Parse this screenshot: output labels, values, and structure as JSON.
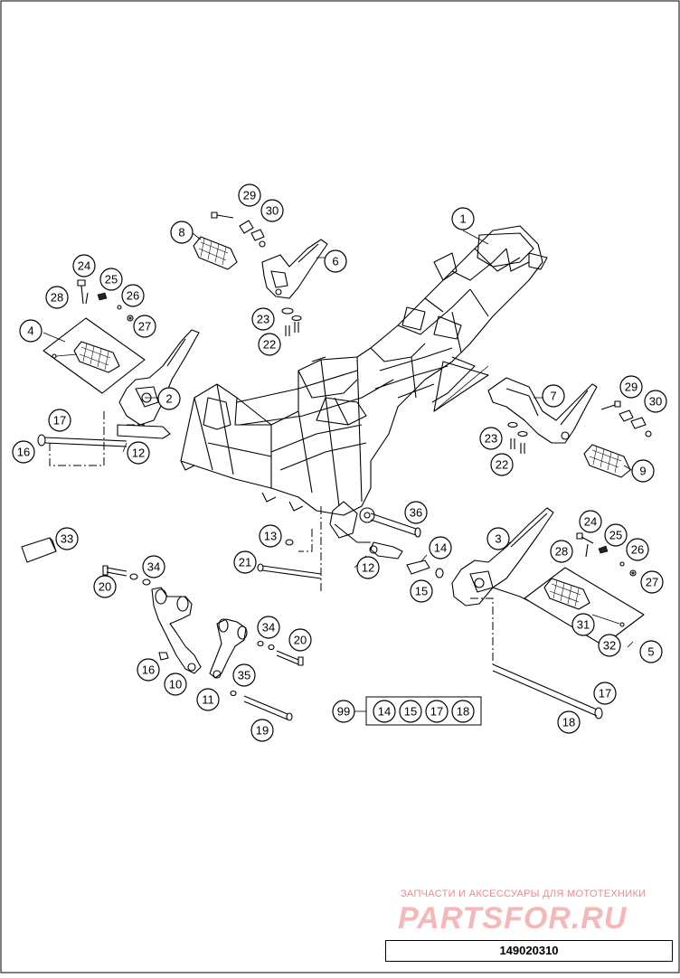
{
  "diagram": {
    "drawing_number": "149020310",
    "watermark_caption": "ЗАПЧАСТИ И АКСЕССУАРЫ ДЛЯ МОТОТЕХНИКИ",
    "watermark_logo": "PARTSFOR.RU",
    "kit_label": "99",
    "kit_members": [
      "14",
      "15",
      "17",
      "18"
    ],
    "callouts": [
      "1",
      "2",
      "3",
      "4",
      "5",
      "6",
      "7",
      "8",
      "9",
      "10",
      "11",
      "12",
      "12",
      "13",
      "14",
      "15",
      "16",
      "16",
      "17",
      "17",
      "18",
      "19",
      "20",
      "20",
      "21",
      "22",
      "22",
      "23",
      "23",
      "24",
      "24",
      "25",
      "25",
      "26",
      "26",
      "27",
      "27",
      "28",
      "28",
      "29",
      "29",
      "30",
      "30",
      "31",
      "32",
      "33",
      "34",
      "34",
      "35",
      "36"
    ],
    "colors": {
      "line": "#000000",
      "background": "#ffffff",
      "watermark": "#ec8a8a"
    }
  }
}
